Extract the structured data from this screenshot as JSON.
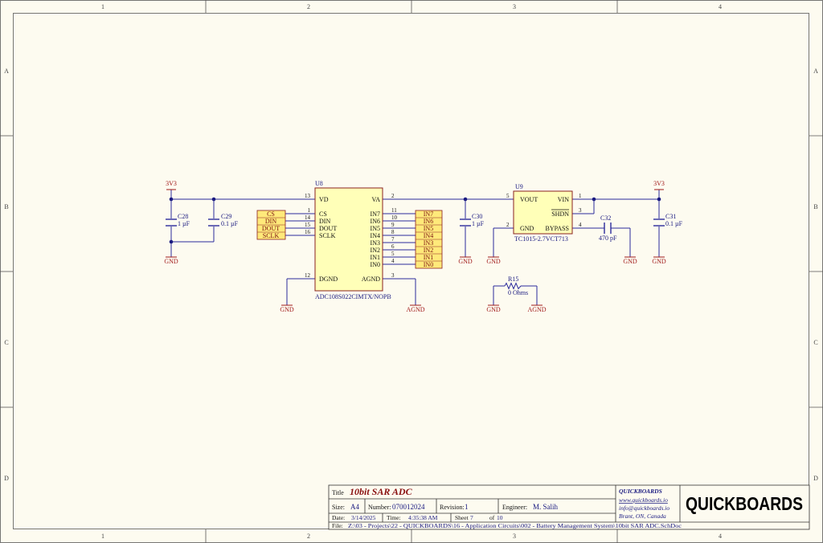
{
  "border": {
    "col_labels": [
      "1",
      "2",
      "3",
      "4"
    ],
    "row_labels": [
      "A",
      "B",
      "C",
      "D"
    ]
  },
  "power": {
    "vcc": "3V3",
    "gnd": "GND",
    "agnd": "AGND"
  },
  "u8": {
    "ref": "U8",
    "value": "ADC108S022CIMTX/NOPB",
    "pins_left": [
      {
        "name": "VD",
        "num": "13"
      },
      {
        "name": "CS",
        "num": "1"
      },
      {
        "name": "DIN",
        "num": "14"
      },
      {
        "name": "DOUT",
        "num": "15"
      },
      {
        "name": "SCLK",
        "num": "16"
      },
      {
        "name": "DGND",
        "num": "12"
      }
    ],
    "pins_right": [
      {
        "name": "VA",
        "num": "2"
      },
      {
        "name": "IN7",
        "num": "11"
      },
      {
        "name": "IN6",
        "num": "10"
      },
      {
        "name": "IN5",
        "num": "9"
      },
      {
        "name": "IN4",
        "num": "8"
      },
      {
        "name": "IN3",
        "num": "7"
      },
      {
        "name": "IN2",
        "num": "6"
      },
      {
        "name": "IN1",
        "num": "5"
      },
      {
        "name": "IN0",
        "num": "4"
      },
      {
        "name": "AGND",
        "num": "3"
      }
    ]
  },
  "ports_left": [
    "CS",
    "DIN",
    "DOUT",
    "SCLK"
  ],
  "ports_right": [
    "IN7",
    "IN6",
    "IN5",
    "IN4",
    "IN3",
    "IN2",
    "IN1",
    "IN0"
  ],
  "u9": {
    "ref": "U9",
    "value": "TC1015-2.7VCT713",
    "pins": [
      {
        "name": "VOUT",
        "num": "5"
      },
      {
        "name": "VIN",
        "num": "1"
      },
      {
        "name": "SHDN",
        "num": "3"
      },
      {
        "name": "GND",
        "num": "2"
      },
      {
        "name": "BYPASS",
        "num": "4"
      }
    ]
  },
  "caps": [
    {
      "ref": "C28",
      "value": "1 µF"
    },
    {
      "ref": "C29",
      "value": "0.1 µF"
    },
    {
      "ref": "C30",
      "value": "1 µF"
    },
    {
      "ref": "C31",
      "value": "0.1 µF"
    },
    {
      "ref": "C32",
      "value": "470 pF"
    }
  ],
  "r15": {
    "ref": "R15",
    "value": "0 Ohms"
  },
  "title_block": {
    "title_label": "Title",
    "title": "10bit SAR ADC",
    "size_label": "Size:",
    "size": "A4",
    "number_label": "Number:",
    "number": "070012024",
    "revision_label": "Revision:",
    "revision": "1",
    "engineer_label": "Engineer:",
    "engineer": "M. Salih",
    "date_label": "Date:",
    "date": "3/14/2025",
    "time_label": "Time:",
    "time": "4:35:38 AM",
    "sheet_label": "Sheet",
    "sheet": "7",
    "of_label": "of",
    "of": "10",
    "file_label": "File:",
    "file": "Z:\\03 - Projects\\22 - QUICKBOARDS\\16 - Application Circuits\\002 - Battery Management System\\10bit SAR ADC.SchDoc",
    "company": "QUICKBOARDS",
    "website": "www.quickboards.io",
    "email": "info@quickboards.io",
    "location": "Brant, ON, Canada",
    "logo": "QUICKBOARDS"
  },
  "colors": {
    "wire": "#2b2b9c",
    "body_fill": "#ffffb8",
    "body_stroke": "#8a2020",
    "power": "#a01818",
    "ref": "#2222aa",
    "port_fill": "#ffe97a"
  }
}
